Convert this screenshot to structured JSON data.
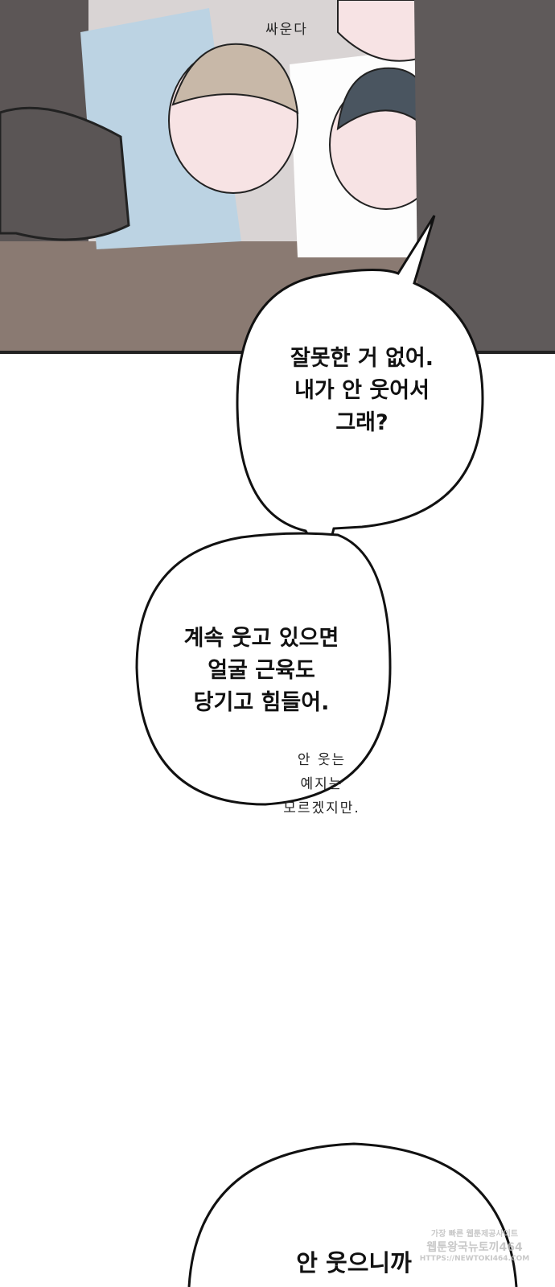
{
  "panel_sfx": "싸운다",
  "bubble1": {
    "lines": [
      "잘못한 거 없어.",
      "내가 안 웃어서",
      "그래?"
    ]
  },
  "bubble2": {
    "lines": [
      "계속 웃고 있으면",
      "얼굴 근육도",
      "당기고 힘들어."
    ]
  },
  "aside": {
    "lines": [
      "안 웃는",
      "예지는",
      "모르겠지만."
    ]
  },
  "bubble3": {
    "lines": [
      "안 웃으니까"
    ]
  },
  "watermark": {
    "lines": [
      "가장 빠른 웹툰제공사이트",
      "웹툰왕국뉴토끼464",
      "HTTPS://NEWTOKI464.COM"
    ]
  }
}
